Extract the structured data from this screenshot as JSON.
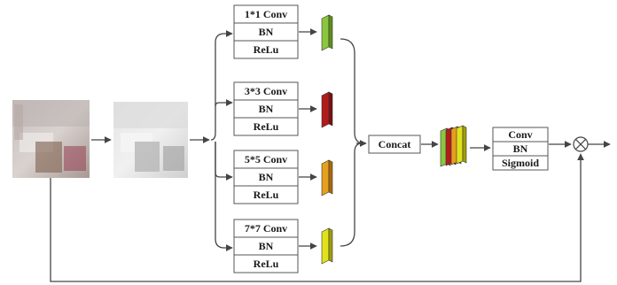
{
  "input_image": {
    "alt": "hazy indoor photo (input)"
  },
  "preprocessed_image": {
    "alt": "dehazed indoor photo"
  },
  "branches": [
    {
      "conv": "1*1 Conv",
      "bn": "BN",
      "act": "ReLu",
      "color": "#8cc63f",
      "dark": "#5f8f1e"
    },
    {
      "conv": "3*3 Conv",
      "bn": "BN",
      "act": "ReLu",
      "color": "#b31b1b",
      "dark": "#7a0f0f"
    },
    {
      "conv": "5*5 Conv",
      "bn": "BN",
      "act": "ReLu",
      "color": "#e6a01e",
      "dark": "#a86a0a"
    },
    {
      "conv": "7*7 Conv",
      "bn": "BN",
      "act": "ReLu",
      "color": "#e2e21c",
      "dark": "#9f9f0a"
    }
  ],
  "concat_label": "Concat",
  "head": {
    "conv": "Conv",
    "bn": "BN",
    "act": "Sigmoid"
  },
  "multiply_symbol": "⊗",
  "colors": {
    "line": "#444444",
    "box_border": "#555555"
  }
}
